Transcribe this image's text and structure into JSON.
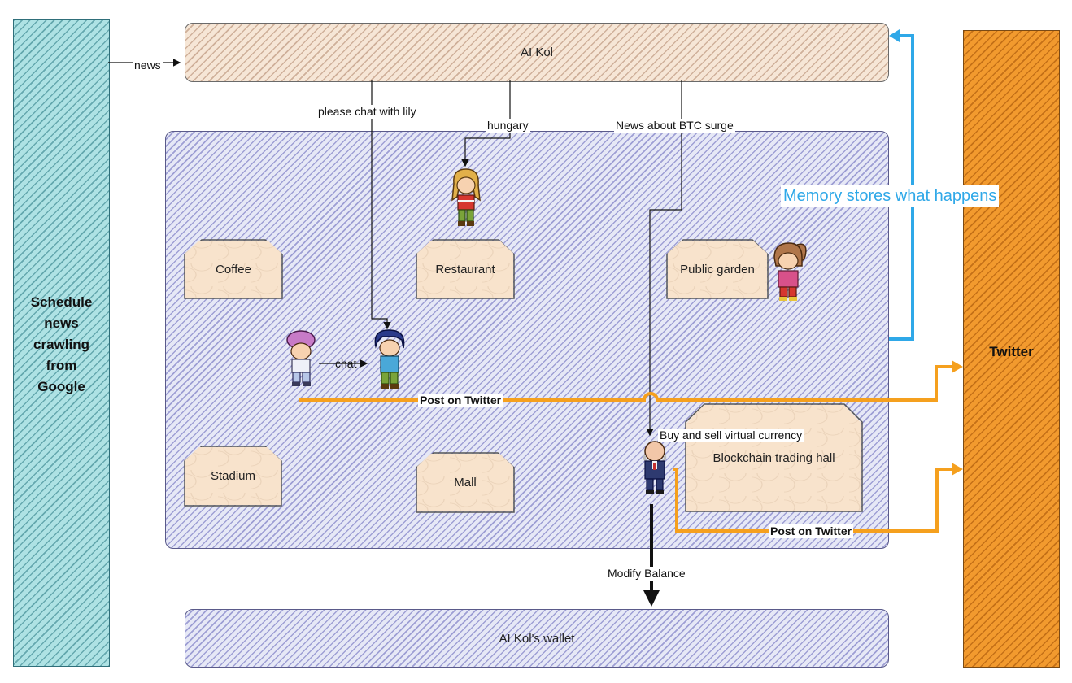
{
  "left_panel": {
    "label_lines": [
      "Schedule",
      "news",
      "crawling",
      "from",
      "Google"
    ]
  },
  "right_panel": {
    "label": "Twitter"
  },
  "ai_kol_box": {
    "label": "AI Kol"
  },
  "wallet_box": {
    "label": "AI Kol's wallet"
  },
  "buildings": {
    "coffee": "Coffee",
    "restaurant": "Restaurant",
    "public_garden": "Public garden",
    "stadium": "Stadium",
    "mall": "Mall",
    "blockchain_hall": "Blockchain trading hall"
  },
  "edge_labels": {
    "news": "news",
    "please_chat": "please chat with lily",
    "hungary": "hungary",
    "btc_news": "News about BTC surge",
    "memory": "Memory stores what happens",
    "chat": "chat",
    "post_twitter_1": "Post on Twitter",
    "buy_sell": "Buy and sell virtual currency",
    "post_twitter_2": "Post on Twitter",
    "modify_balance": "Modify Balance"
  },
  "characters": [
    "girl-blonde",
    "girl-brown-ponytail",
    "boy-pink-hat",
    "boy-blue-hair",
    "old-man-bald"
  ],
  "colors": {
    "orange_flow": "#f5a01e",
    "blue_flow": "#2fa8e8",
    "black_flow": "#111111"
  }
}
